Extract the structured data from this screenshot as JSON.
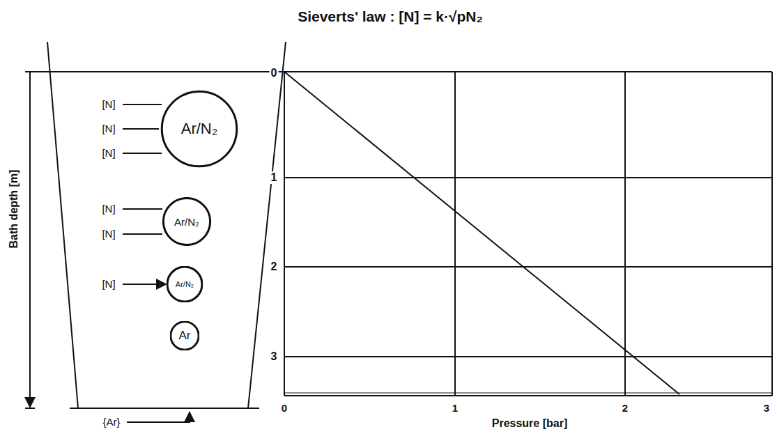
{
  "diagram": {
    "title": "Sieverts' law : [N] = k·√pN₂",
    "nodes": [
      {
        "text": [
          "Ar/N₂"
        ]
      },
      {
        "text": [
          "Ar/N₂"
        ]
      },
      {
        "text": [
          "Ar/N₂"
        ]
      },
      {
        "text": [
          "Ar"
        ]
      }
    ],
    "labels": [
      "[N]",
      "[N]",
      "[N]",
      "[N]",
      "[N]",
      "[N]",
      "Bath depth [m]",
      "{Ar}",
      "0",
      "1",
      "2",
      "3",
      "0",
      "1",
      "2",
      "3",
      "Pressure [bar]"
    ]
  }
}
